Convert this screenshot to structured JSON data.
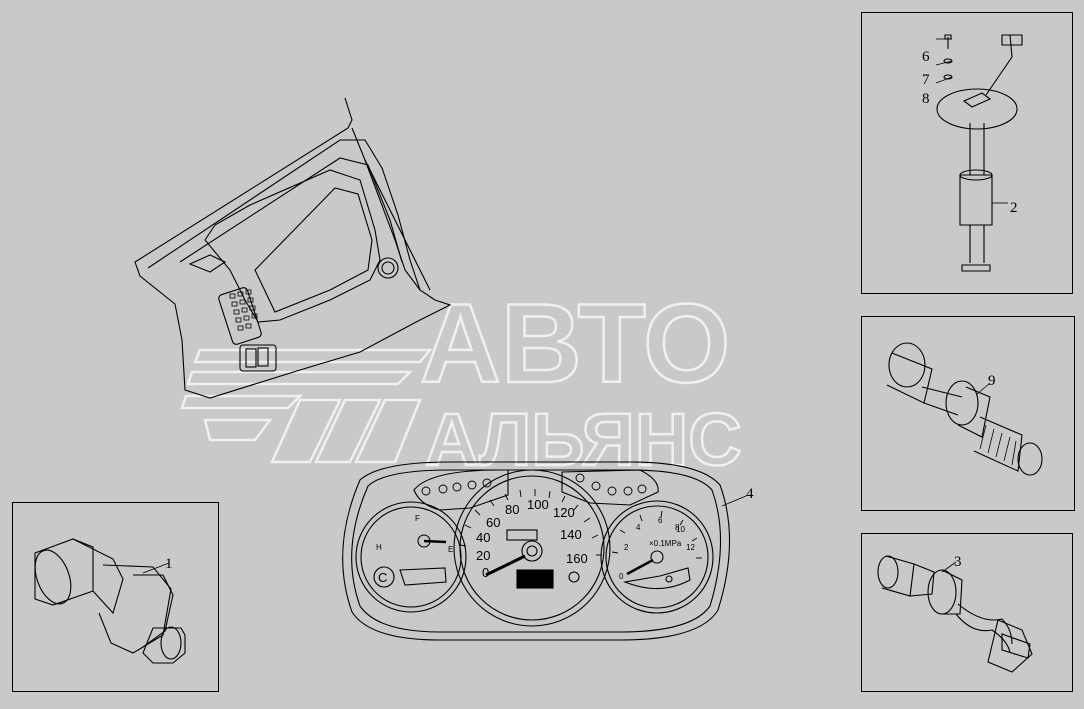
{
  "watermark": {
    "line1": "АВТО",
    "line2": "АЛЬЯНС"
  },
  "callouts": {
    "sender_oil": "1",
    "fuel_sender": "2",
    "speed_sensor": "3",
    "instrument_cluster": "4",
    "screw": "6",
    "washer_a": "7",
    "washer_b": "8",
    "temp_sensor": "9"
  },
  "cluster": {
    "speedo_labels": [
      "0",
      "20",
      "40",
      "60",
      "80",
      "100",
      "120",
      "140",
      "160"
    ],
    "tacho_labels": [
      "0",
      "2",
      "4",
      "6",
      "8",
      "10",
      "12"
    ],
    "tacho_unit": "×0.1MPa",
    "fuel_labels": [
      "F",
      "E"
    ],
    "temp_labels": [
      "H",
      "C"
    ]
  },
  "colors": {
    "background": "#c9c9c9",
    "line": "#000000",
    "watermark": "#f0f0f0"
  }
}
